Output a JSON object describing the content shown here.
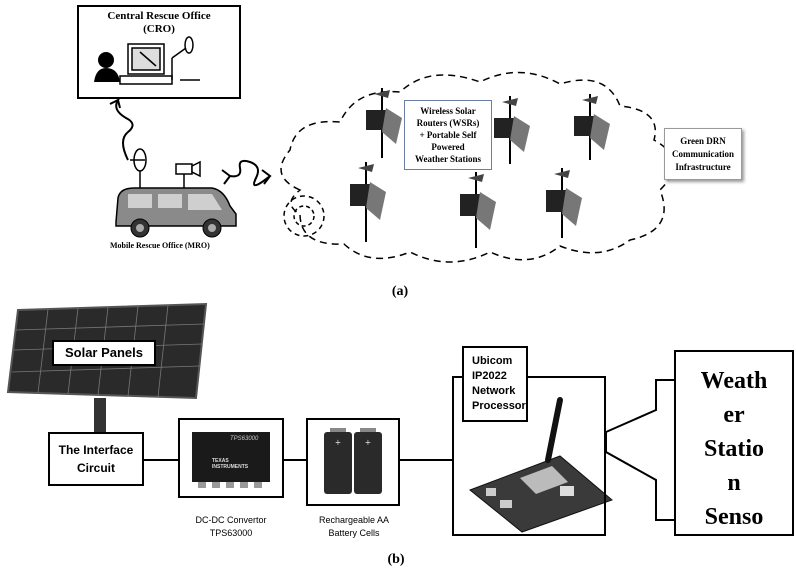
{
  "panel_a": {
    "cro_title_line1": "Central Rescue Office",
    "cro_title_line2": "(CRO)",
    "wsr_line1": "Wireless Solar",
    "wsr_line2": "Routers (WSRs)",
    "wsr_line3": "+ Portable Self",
    "wsr_line4": "Powered",
    "wsr_line5": "Weather Stations",
    "green_line1": "Green DRN",
    "green_line2": "Communication",
    "green_line3": "Infrastructure",
    "mro_label": "Mobile Rescue Office (MRO)",
    "caption": "(a)"
  },
  "panel_b": {
    "solar_label": "Solar Panels",
    "interface_line1": "The Interface",
    "interface_line2": "Circuit",
    "chip_text": "TPS63000",
    "chip_brand_line1": "TEXAS",
    "chip_brand_line2": "INSTRUMENTS",
    "dcdc_line1": "DC-DC Convertor",
    "dcdc_line2": "TPS63000",
    "battery_line1": "Rechargeable AA",
    "battery_line2": "Battery Cells",
    "ubicom_line1": "Ubicom",
    "ubicom_line2": "IP2022",
    "ubicom_line3": "Network",
    "ubicom_line4": "Processor",
    "sensor_line1": "Weath",
    "sensor_line2": "er",
    "sensor_line3": "Statio",
    "sensor_line4": "n",
    "sensor_line5": "Senso",
    "caption": "(b)"
  }
}
